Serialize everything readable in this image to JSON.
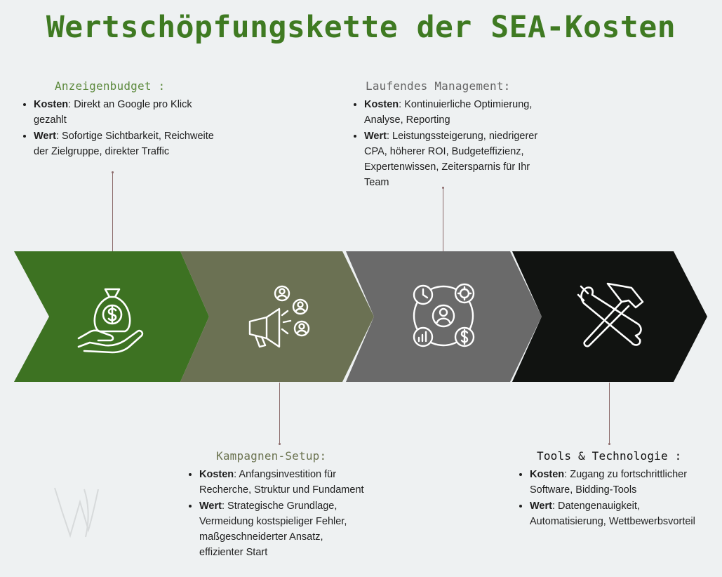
{
  "title": "Wertschöpfungskette der SEA-Kosten",
  "colors": {
    "title": "#3f7a22",
    "budget_heading": "#5d8a3e",
    "setup_heading": "#6b7350",
    "management_heading": "#666666",
    "tools_heading": "#111111",
    "chevron_budget": "#3d7222",
    "chevron_setup": "#6b7153",
    "chevron_management": "#6a6a6a",
    "chevron_tools": "#111311"
  },
  "stages": {
    "budget": {
      "heading": "Anzeigenbudget :",
      "icon": "money-bag-hand-icon",
      "items": [
        {
          "label": "Kosten",
          "text": ": Direkt an Google pro Klick gezahlt"
        },
        {
          "label": "Wert",
          "text": ": Sofortige Sichtbarkeit, Reichweite der Zielgruppe, direkter Traffic"
        }
      ]
    },
    "setup": {
      "heading": "Kampagnen-Setup:",
      "icon": "megaphone-audience-icon",
      "items": [
        {
          "label": "Kosten",
          "text": ": Anfangsinvestition für Recherche, Struktur und Fundament"
        },
        {
          "label": "Wert",
          "text": ": Strategische Grundlage, Vermeidung kostspieliger Fehler, maßgeschneiderter Ansatz, effizienter Start"
        }
      ]
    },
    "management": {
      "heading": "Laufendes Management:",
      "icon": "management-hub-icon",
      "items": [
        {
          "label": "Kosten",
          "text": ": Kontinuierliche Optimierung, Analyse, Reporting"
        },
        {
          "label": "Wert",
          "text": ": Leistungssteigerung, niedrigerer CPA, höherer ROI, Budgeteffizienz, Expertenwissen, Zeitersparnis für Ihr Team"
        }
      ]
    },
    "tools": {
      "heading": "Tools & Technologie :",
      "icon": "wrench-hammer-icon",
      "items": [
        {
          "label": "Kosten",
          "text": ": Zugang zu fortschrittlicher Software, Bidding-Tools"
        },
        {
          "label": "Wert",
          "text": ":  Datengenauigkeit, Automatisierung, Wettbewerbsvorteil"
        }
      ]
    }
  }
}
